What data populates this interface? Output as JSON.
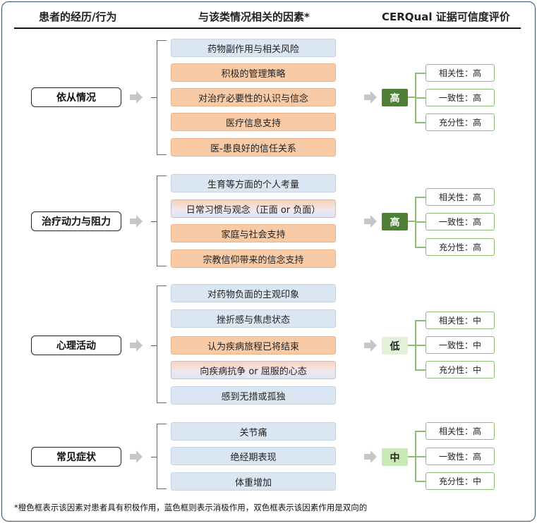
{
  "headers": {
    "col1": "患者的经历/行为",
    "col2": "与该类情况相关的因素*",
    "col3": "CERQual 证据可信度评价"
  },
  "colors": {
    "orange": "#f8cba6",
    "blue": "#dbe6f3",
    "high_rating": "#4d7f36",
    "border_green": "#8dbf72"
  },
  "groups": [
    {
      "experience": "依从情况",
      "factors": [
        {
          "text": "药物副作用与相关风险",
          "effect": "negative"
        },
        {
          "text": "积极的管理策略",
          "effect": "positive"
        },
        {
          "text": "对治疗必要性的认识与信念",
          "effect": "positive"
        },
        {
          "text": "医疗信息支持",
          "effect": "positive"
        },
        {
          "text": "医-患良好的信任关系",
          "effect": "positive"
        }
      ],
      "rating": "高",
      "criteria": [
        "相关性：高",
        "一致性：高",
        "充分性：高"
      ]
    },
    {
      "experience": "治疗动力与阻力",
      "factors": [
        {
          "text": "生育等方面的个人考量",
          "effect": "negative"
        },
        {
          "text": "日常习惯与观念（正面 or 负面）",
          "effect": "both"
        },
        {
          "text": "家庭与社会支持",
          "effect": "positive"
        },
        {
          "text": "宗教信仰带来的信念支持",
          "effect": "positive"
        }
      ],
      "rating": "高",
      "criteria": [
        "相关性：高",
        "一致性：高",
        "充分性：高"
      ]
    },
    {
      "experience": "心理活动",
      "factors": [
        {
          "text": "对药物负面的主观印象",
          "effect": "negative"
        },
        {
          "text": "挫折感与焦虑状态",
          "effect": "negative"
        },
        {
          "text": "认为疾病旅程已将结束",
          "effect": "positive"
        },
        {
          "text": "向疾病抗争 or 屈服的心态",
          "effect": "both"
        },
        {
          "text": "感到无措或孤独",
          "effect": "negative"
        }
      ],
      "rating": "低",
      "criteria": [
        "相关性：中",
        "一致性：中",
        "充分性：中"
      ]
    },
    {
      "experience": "常见症状",
      "factors": [
        {
          "text": "关节痛",
          "effect": "negative"
        },
        {
          "text": "绝经期表现",
          "effect": "negative"
        },
        {
          "text": "体重增加",
          "effect": "negative"
        }
      ],
      "rating": "中",
      "criteria": [
        "相关性：高",
        "一致性：高",
        "充分性：中"
      ]
    }
  ],
  "footnote": "*橙色框表示该因素对患者具有积极作用，蓝色框则表示消极作用，双色框表示该因素作用是双向的"
}
